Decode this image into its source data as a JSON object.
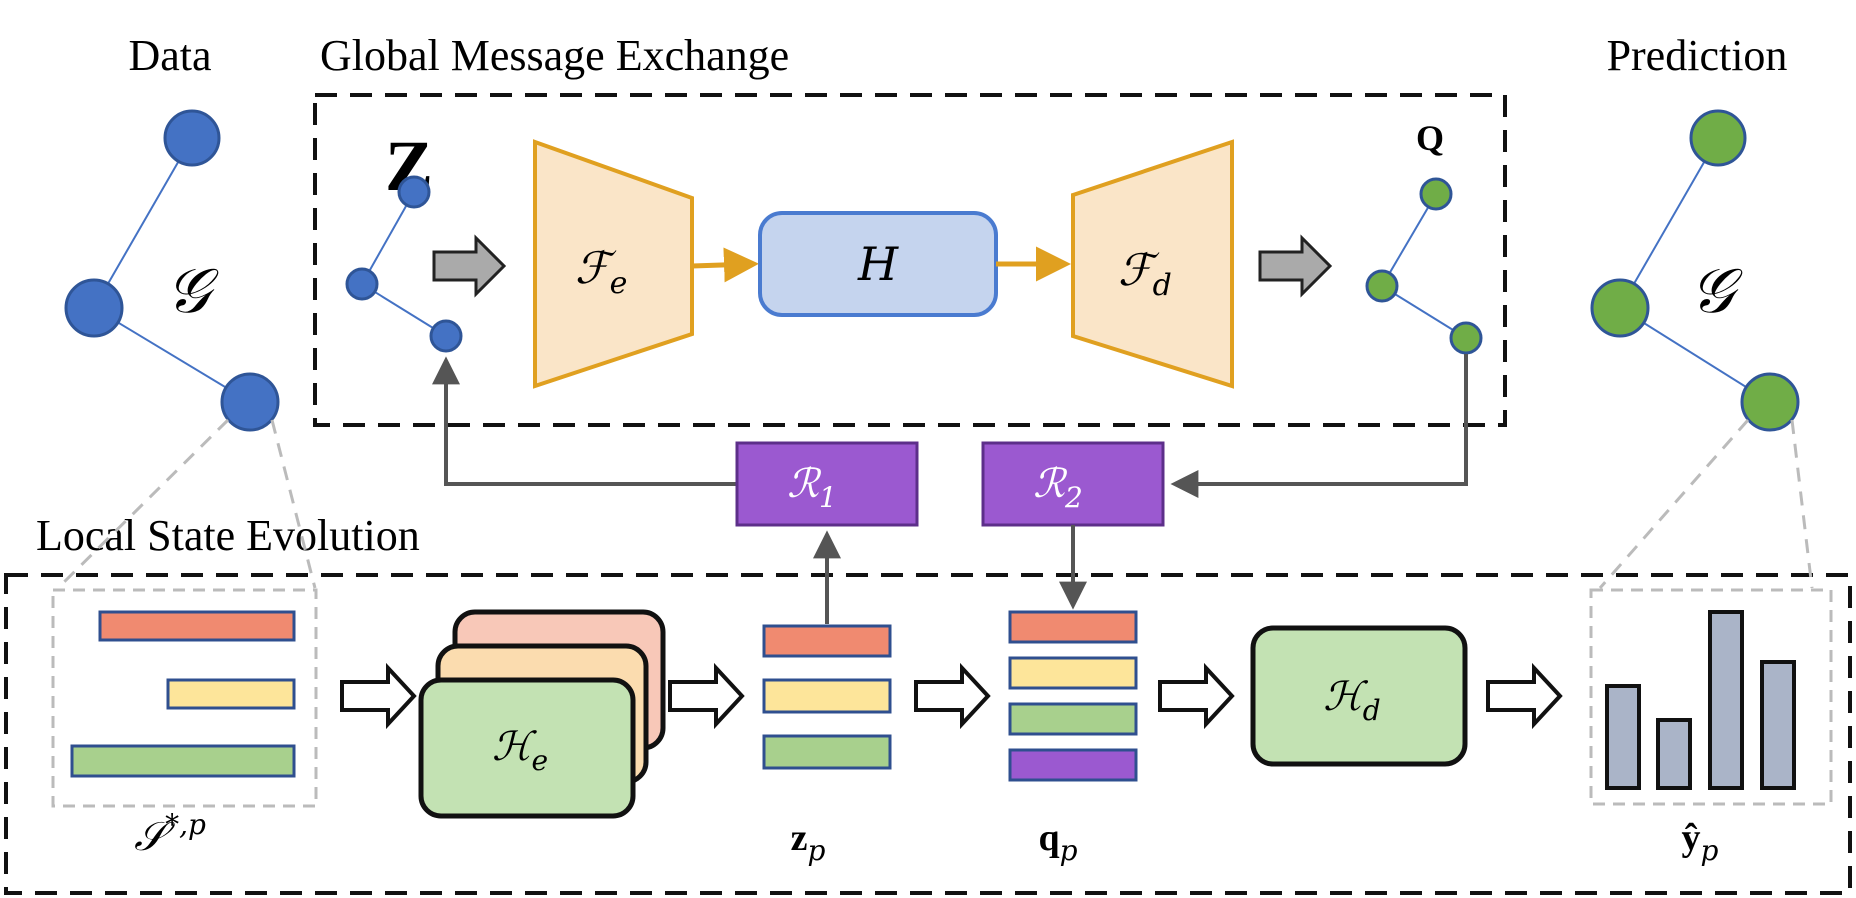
{
  "sections": {
    "data": "Data",
    "global": "Global Message Exchange",
    "prediction": "Prediction",
    "local": "Local State Evolution"
  },
  "labels": {
    "graph_left": "𝒢",
    "graph_right": "𝒢",
    "z_big": "Z",
    "q_small": "Q",
    "encoder_global": "ℱ",
    "encoder_global_sub": "e",
    "H": "H",
    "decoder_global": "ℱ",
    "decoder_global_sub": "d",
    "R1": "ℛ",
    "R1_sub": "1",
    "R2": "ℛ",
    "R2_sub": "2",
    "He": "ℋ",
    "He_sub": "e",
    "Hd": "ℋ",
    "Hd_sub": "d",
    "S_main": "𝒮",
    "S_sup": "*,p",
    "zp_main": "z",
    "zp_sub": "p",
    "qp_main": "q",
    "qp_sub": "p",
    "yp_main": "ŷ",
    "yp_sub": "p"
  },
  "colors": {
    "node_blue": "#4472c4",
    "node_green": "#70ad47",
    "encoder_fill": "#fae5c8",
    "encoder_stroke": "#e0a020",
    "H_fill": "#c5d4ee",
    "H_stroke": "#4a7bd0",
    "purple": "#9b59d0",
    "bar_red": "#f08a70",
    "bar_yellow": "#fde59a",
    "bar_green": "#a8d08d",
    "bar_purple": "#9b59d0",
    "bar_border": "#2f4f8f",
    "pred_bar": "#aab4c8"
  }
}
